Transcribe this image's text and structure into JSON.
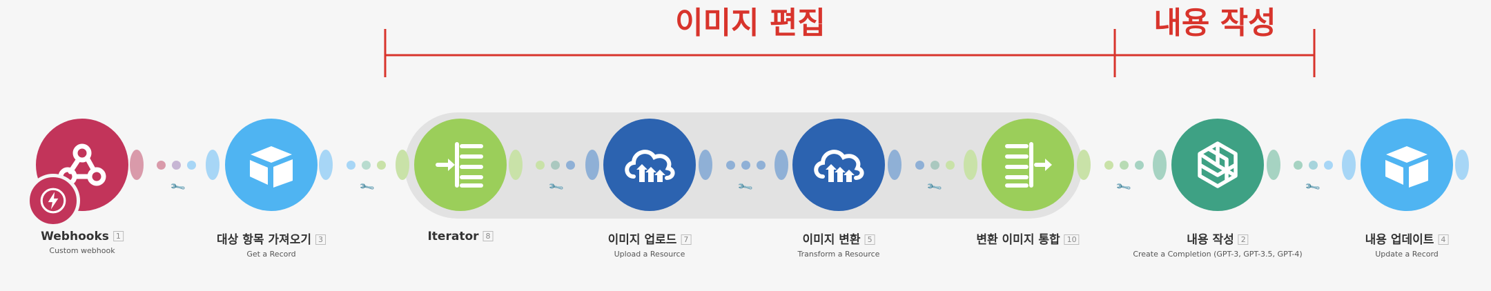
{
  "brackets": {
    "image_edit_label": "이미지 편집",
    "write_content_label": "내용 작성",
    "color": "#d8342c"
  },
  "modules": [
    {
      "id": "webhooks",
      "title": "Webhooks",
      "num": "1",
      "subtitle": "Custom webhook",
      "icon": "webhook-icon",
      "color": "#c2345a"
    },
    {
      "id": "get-record",
      "title": "대상 항목 가져오기",
      "num": "3",
      "subtitle": "Get a Record",
      "icon": "airtable-icon",
      "color": "#4fb4f2"
    },
    {
      "id": "iterator",
      "title": "Iterator",
      "num": "8",
      "subtitle": "",
      "icon": "iterator-icon",
      "color": "#9bce5a"
    },
    {
      "id": "upload-image",
      "title": "이미지 업로드",
      "num": "7",
      "subtitle": "Upload a Resource",
      "icon": "cloudinary-icon",
      "color": "#2c63b0"
    },
    {
      "id": "transform-image",
      "title": "이미지 변환",
      "num": "5",
      "subtitle": "Transform a Resource",
      "icon": "cloudinary-icon",
      "color": "#2c63b0"
    },
    {
      "id": "aggregator",
      "title": "변환 이미지 통합",
      "num": "10",
      "subtitle": "",
      "icon": "aggregator-icon",
      "color": "#9bce5a"
    },
    {
      "id": "openai",
      "title": "내용 작성",
      "num": "2",
      "subtitle": "Create a Completion (GPT-3, GPT-3.5, GPT-4)",
      "icon": "openai-icon",
      "color": "#3ea184"
    },
    {
      "id": "update-record",
      "title": "내용 업데이트",
      "num": "4",
      "subtitle": "Update a Record",
      "icon": "airtable-icon",
      "color": "#4fb4f2"
    }
  ],
  "trigger_badge": {
    "icon": "lightning-icon"
  }
}
